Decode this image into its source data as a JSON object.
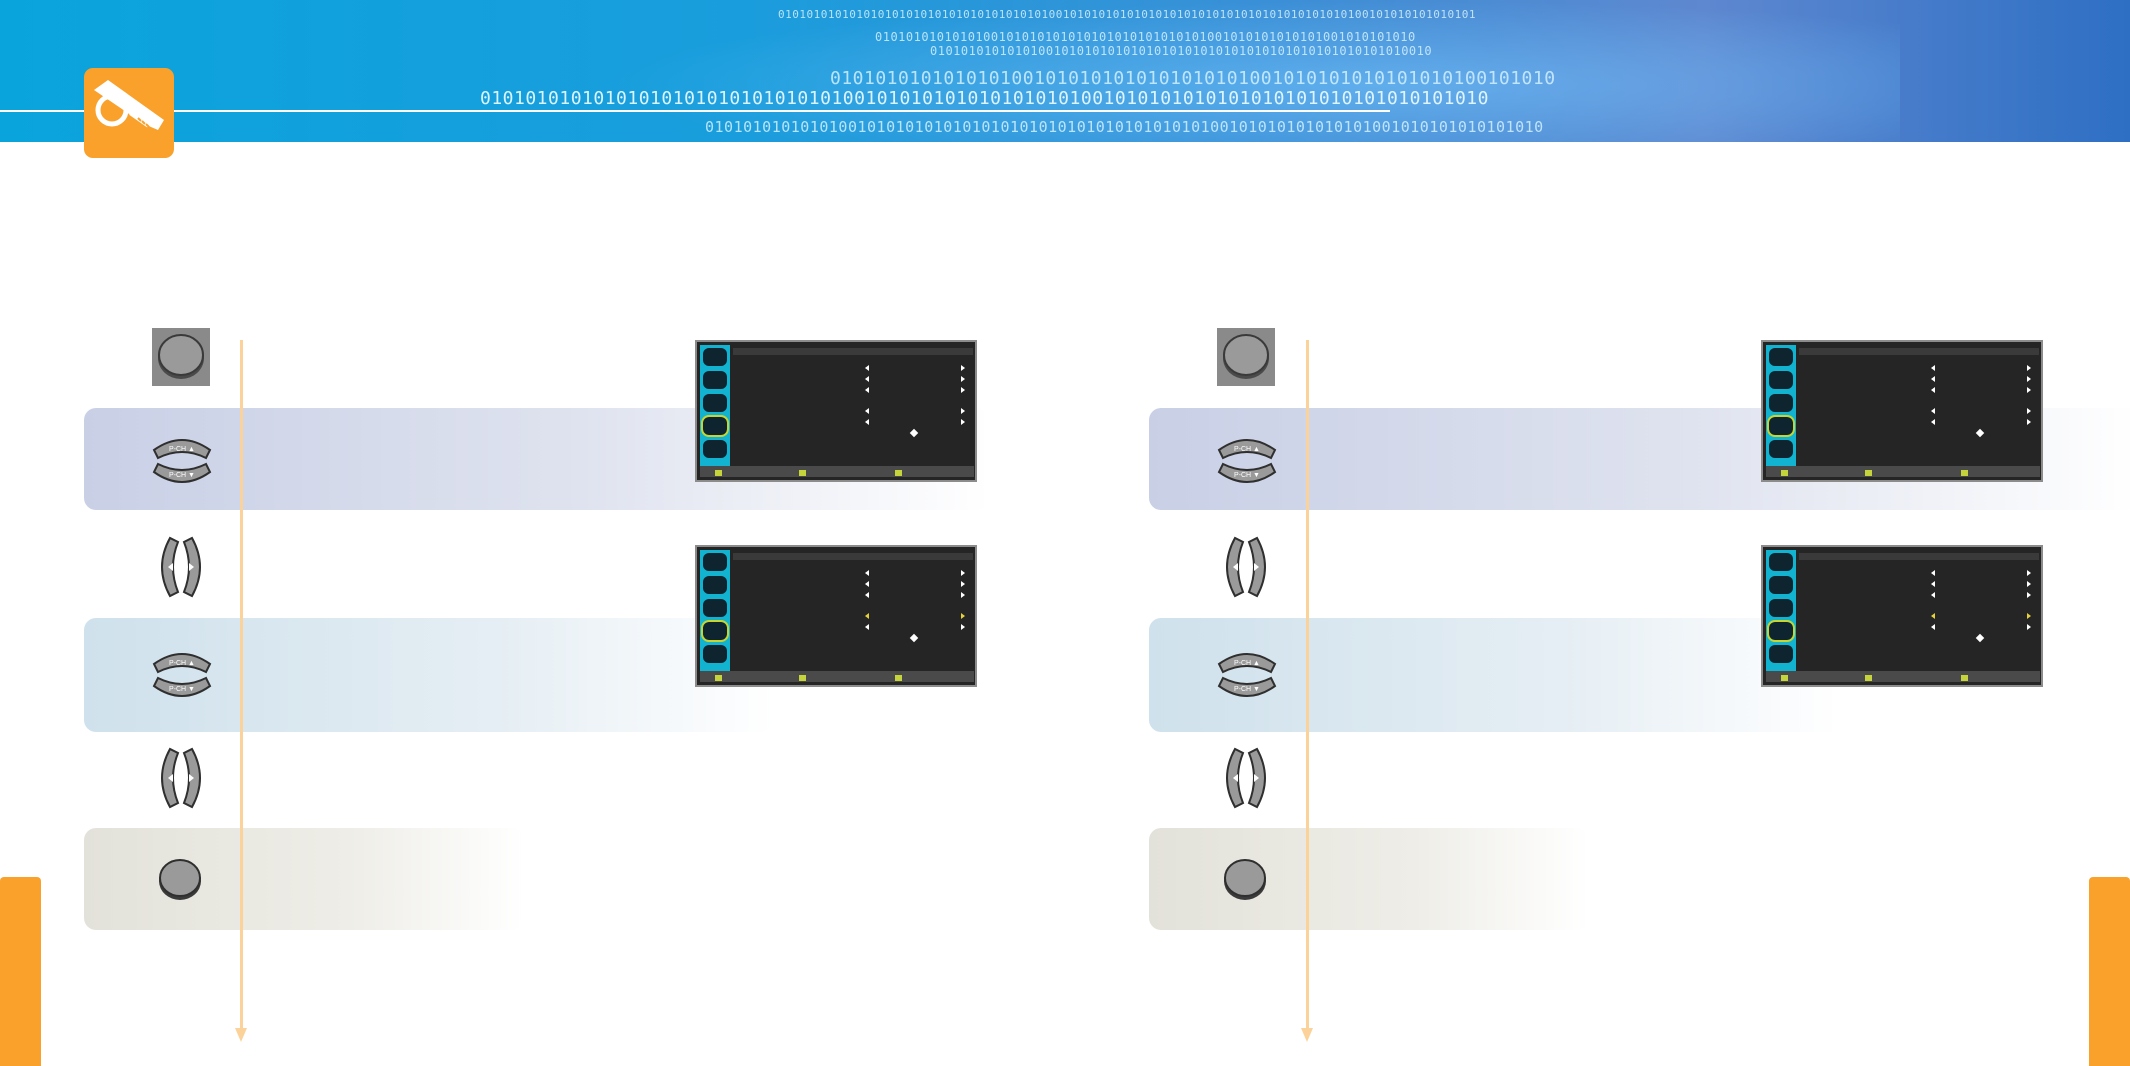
{
  "header": {
    "binary_rows": [
      "01010101010101010101010101010101010101001010101010101010101010101010101010101010100101010101010101",
      "0101010101010100101010101010101010101010101001010101010101001010101010",
      "01010101010101001010101010101010101010101010101010101010101010010",
      "0101010101010101001010101010101010101001010101010101010100101010",
      "01010101010101010101010101010101001010101010101010101001010101010101010101010101010101010",
      "0101010101010100101010101010101010101010101010101010100101010101010101001010101010101010"
    ],
    "logo_icon": "wrench-icon",
    "accent_color": "#f9a12b",
    "banner_color": "#1a9ddc"
  },
  "left": {
    "steps": [
      {
        "icon": "menu-button-icon"
      },
      {
        "icon": "channel-up-down-buttons-icon",
        "labels": [
          "P-CH ▲",
          "P-CH ▼"
        ]
      },
      {
        "icon": "volume-left-right-buttons-icon"
      },
      {
        "icon": "channel-up-down-buttons-icon",
        "labels": [
          "P-CH ▲",
          "P-CH ▼"
        ]
      },
      {
        "icon": "volume-left-right-buttons-icon"
      },
      {
        "icon": "exit-button-icon"
      }
    ],
    "screens": [
      "osd-menu-screen",
      "osd-menu-screen"
    ]
  },
  "right": {
    "steps": [
      {
        "icon": "menu-button-icon"
      },
      {
        "icon": "channel-up-down-buttons-icon",
        "labels": [
          "P-CH ▲",
          "P-CH ▼"
        ]
      },
      {
        "icon": "volume-left-right-buttons-icon"
      },
      {
        "icon": "channel-up-down-buttons-icon",
        "labels": [
          "P-CH ▲",
          "P-CH ▼"
        ]
      },
      {
        "icon": "volume-left-right-buttons-icon"
      },
      {
        "icon": "exit-button-icon"
      }
    ],
    "screens": [
      "osd-menu-screen",
      "osd-menu-screen"
    ]
  }
}
